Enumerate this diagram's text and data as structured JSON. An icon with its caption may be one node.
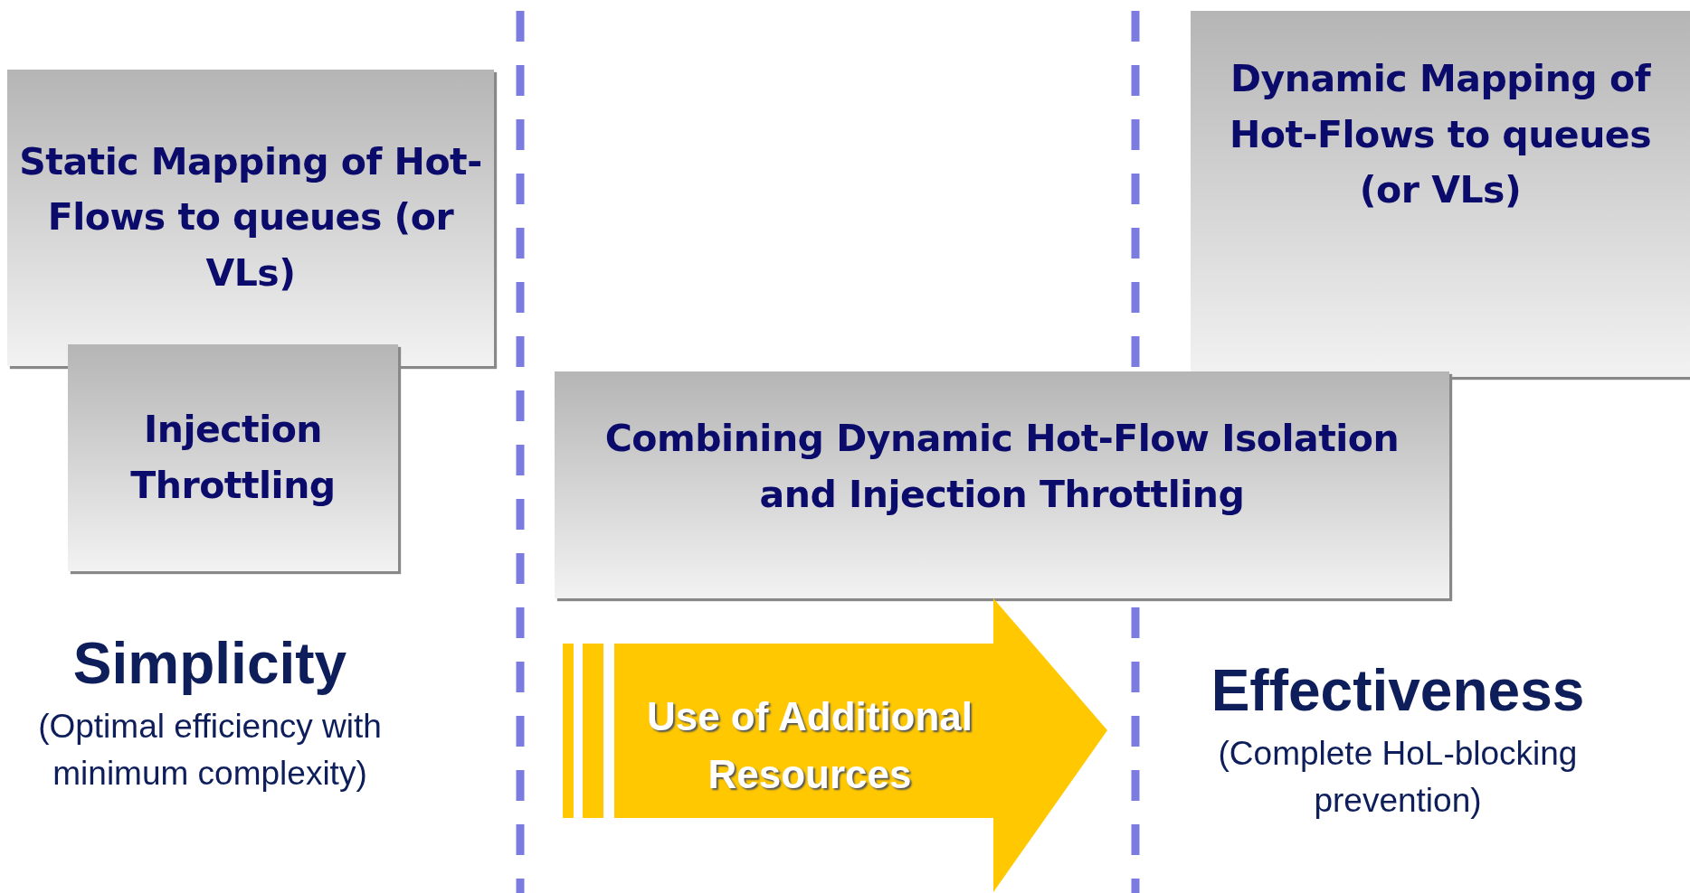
{
  "diagram": {
    "nodes": [
      {
        "text": [
          "Static Mapping of Hot-Flows to queues (or VLs)"
        ]
      },
      {
        "text": [
          "Injection Throttling"
        ]
      },
      {
        "text": [
          "Dynamic Mapping of Hot-Flows to queues (or VLs)"
        ]
      },
      {
        "text": [
          "Combining Dynamic Hot-Flow Isolation and Injection Throttling"
        ]
      },
      {
        "text": [
          "Use of Additional Resources"
        ]
      }
    ],
    "labels": [
      "Simplicity",
      "(Optimal efficiency with minimum complexity)",
      "Effectiveness",
      "(Complete HoL-blocking prevention)"
    ]
  }
}
